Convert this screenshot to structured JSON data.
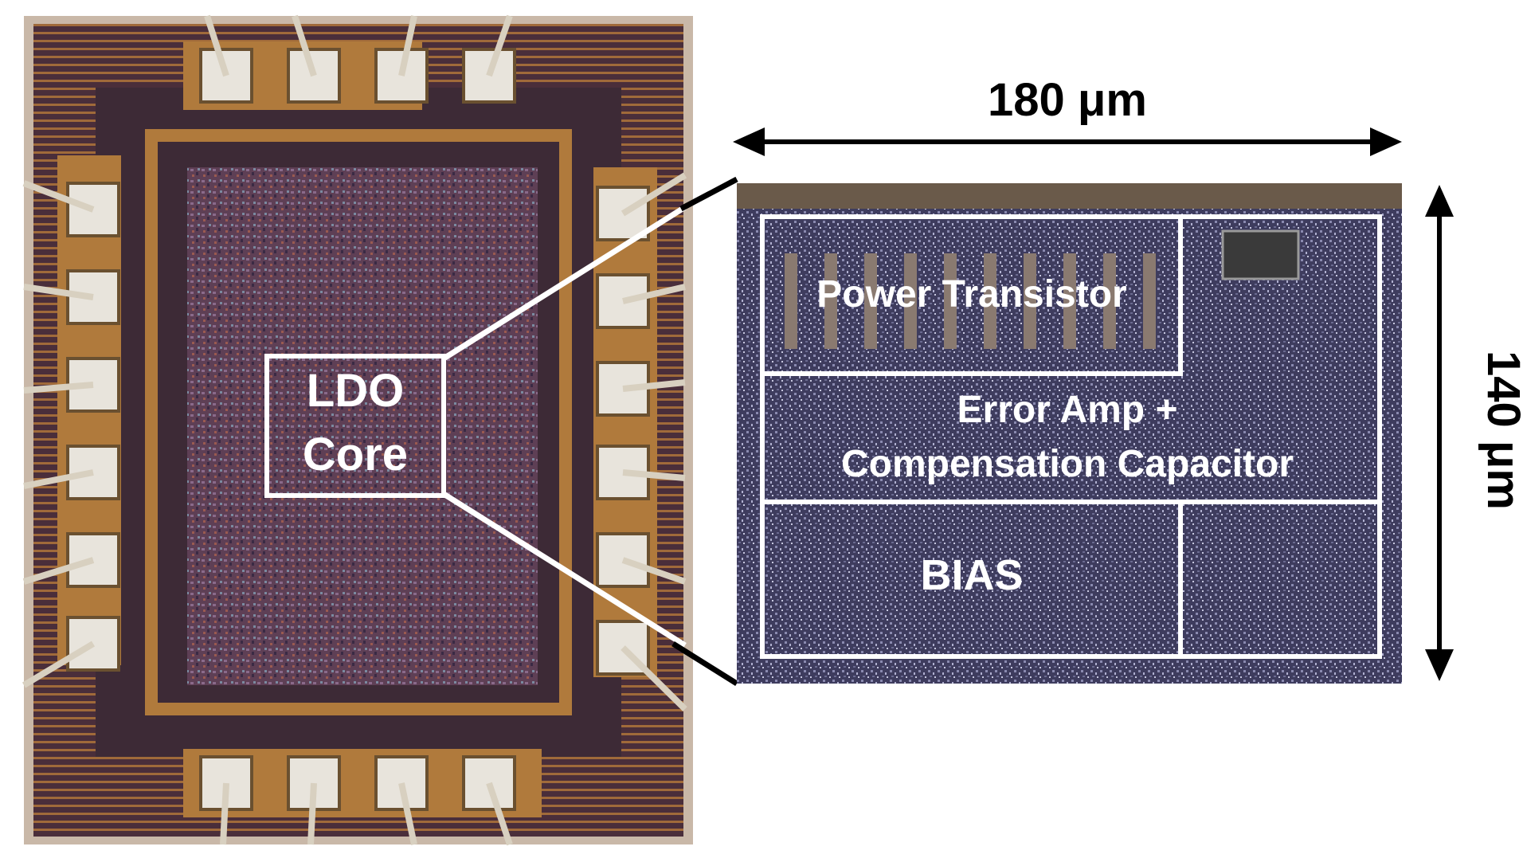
{
  "figure": {
    "die_photo": {
      "core_label_line1": "LDO",
      "core_label_line2": "Core"
    },
    "zoom_view": {
      "block_power_transistor": "Power Transistor",
      "block_error_amp_line1": "Error Amp +",
      "block_error_amp_line2": "Compensation Capacitor",
      "block_bias": "BIAS"
    },
    "dimensions": {
      "width_label": "180 μm",
      "height_label": "140 μm"
    }
  },
  "colors": {
    "die_copper": "#b07a3c",
    "die_dark": "#3a2b3a",
    "die_core": "#6a4a5e",
    "zoom_bg": "#4a4868",
    "label_white": "#ffffff",
    "arrow_black": "#000000"
  }
}
